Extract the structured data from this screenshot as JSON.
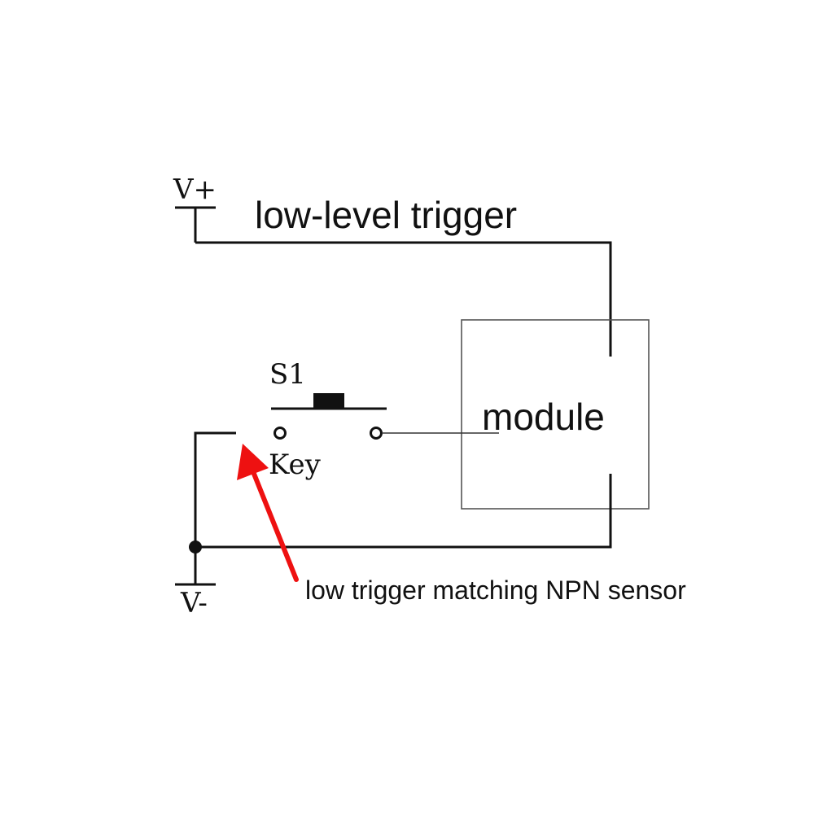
{
  "labels": {
    "vplus": "V+",
    "vminus": "V-",
    "title": "low-level trigger",
    "switch_name": "S1",
    "key": "Key",
    "module": "module",
    "annotation": "low trigger matching NPN sensor"
  },
  "colors": {
    "wire": "#111111",
    "arrow": "#ee1111",
    "module_border": "#555555"
  }
}
